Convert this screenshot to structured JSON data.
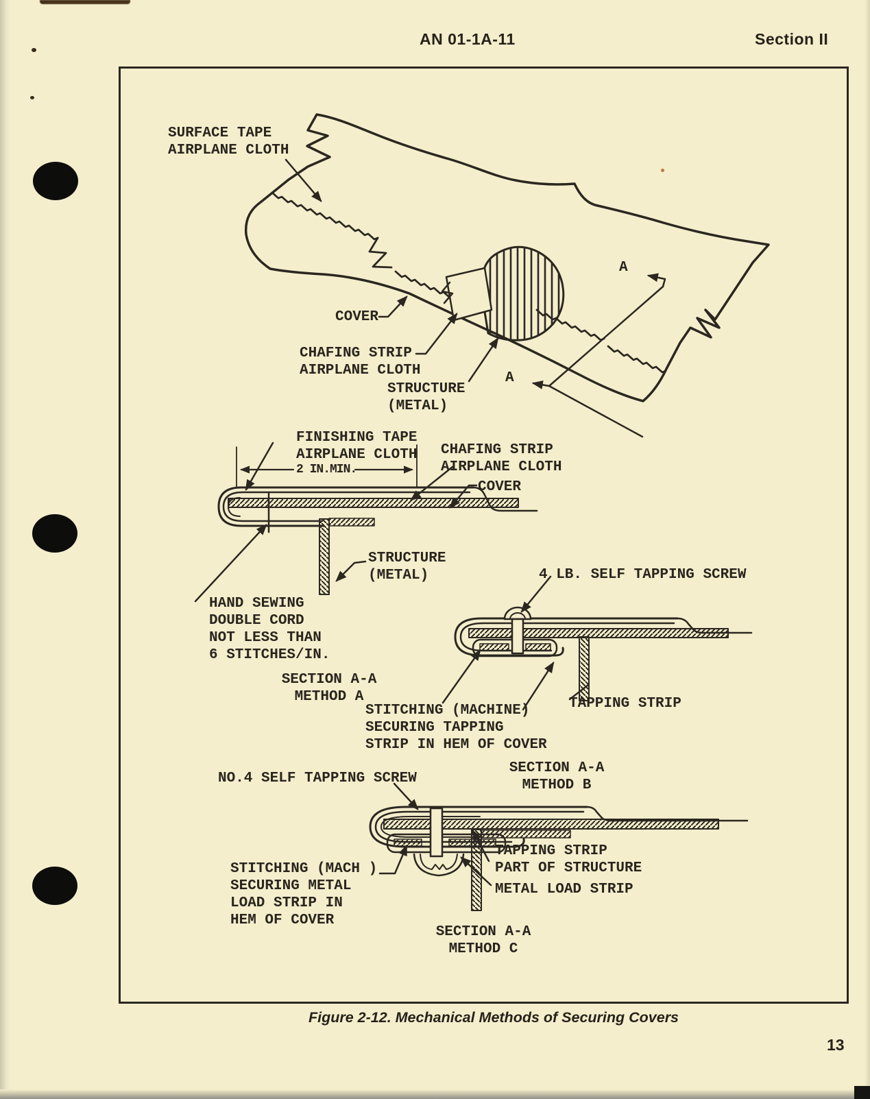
{
  "page": {
    "header": {
      "doc_number": "AN 01-1A-11",
      "section": "Section II"
    },
    "caption": "Figure 2-12. Mechanical Methods of Securing Covers",
    "page_number": "13",
    "colors": {
      "paper": "#f4eecd",
      "ink": "#2b2720"
    }
  },
  "figure": {
    "top_view": {
      "surface_tape": "SURFACE TAPE\nAIRPLANE CLOTH",
      "cover": "COVER",
      "chafing_strip": "CHAFING STRIP\nAIRPLANE CLOTH",
      "structure": "STRUCTURE\n(METAL)",
      "section_marker_top": "A",
      "section_marker_bottom": "A"
    },
    "method_a": {
      "finishing_tape": "FINISHING TAPE\nAIRPLANE CLOTH",
      "dimension": "2 IN.MIN.",
      "chafing_strip": "CHAFING STRIP\nAIRPLANE CLOTH",
      "cover": "COVER",
      "structure": "STRUCTURE\n(METAL)",
      "hand_sewing": "HAND SEWING\nDOUBLE CORD\nNOT LESS THAN\n6 STITCHES/IN.",
      "section_title": "SECTION A-A\nMETHOD A"
    },
    "method_b": {
      "screw": "4 LB. SELF TAPPING SCREW",
      "tapping_strip": "TAPPING STRIP",
      "stitching": "STITCHING (MACHINE)\nSECURING TAPPING\nSTRIP IN HEM OF COVER",
      "section_title": "SECTION A-A\nMETHOD B"
    },
    "method_c": {
      "screw": "NO.4 SELF TAPPING SCREW",
      "tapping_strip": "TAPPING STRIP\nPART OF STRUCTURE",
      "metal_load_strip": "METAL LOAD STRIP",
      "stitching": "STITCHING (MACH )\nSECURING METAL\nLOAD STRIP IN\nHEM OF COVER",
      "section_title": "SECTION A-A\nMETHOD C"
    }
  }
}
